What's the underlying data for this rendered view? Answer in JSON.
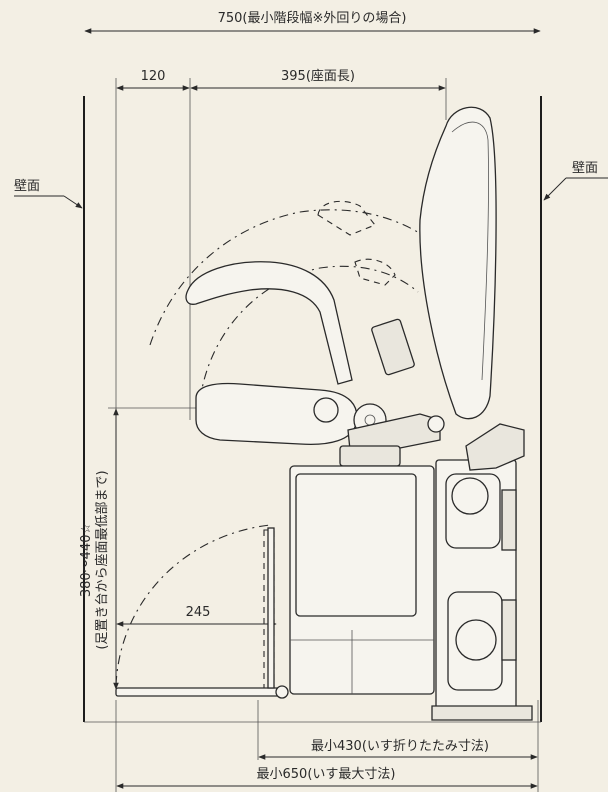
{
  "dimensions": {
    "stair_width": "750(最小階段幅※外回りの場合)",
    "armrest_offset": "120",
    "seat_length": "395(座面長)",
    "footrest_depth": "245",
    "seat_height": "380～440☆",
    "seat_height_note": "(足置き台から座面最低部まで)",
    "folded_min": "最小430(いす折りたたみ寸法)",
    "max_size": "最小650(いす最大寸法)"
  },
  "labels": {
    "wall_left": "壁面",
    "wall_right": "壁面"
  }
}
